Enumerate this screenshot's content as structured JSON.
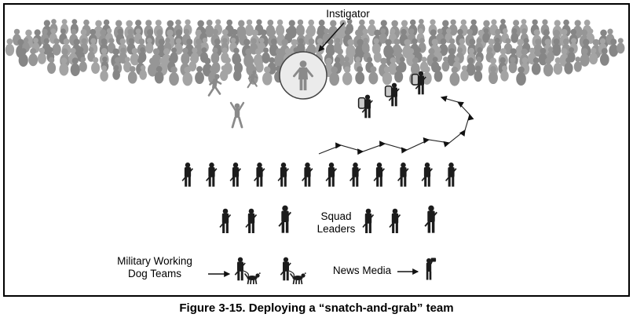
{
  "figure": {
    "caption": "Figure 3-15. Deploying a “snatch-and-grab” team",
    "labels": {
      "instigator": "Instigator",
      "squad_leaders": [
        "Squad",
        "Leaders"
      ],
      "dog_teams": [
        "Military Working",
        "Dog Teams"
      ],
      "news_media": "News Media"
    },
    "counts": {
      "assault_line_soldiers": 12,
      "squad_leaders": 6,
      "snatch_team_members": 3,
      "military_working_dog_teams": 2,
      "news_media": 1,
      "instigators": 1
    },
    "colors": {
      "crowd": "#969696",
      "civilians": "#8a8a8a",
      "soldiers": "#1c1c1c",
      "instigator_halo": "#ebebeb",
      "border": "#000000"
    }
  }
}
